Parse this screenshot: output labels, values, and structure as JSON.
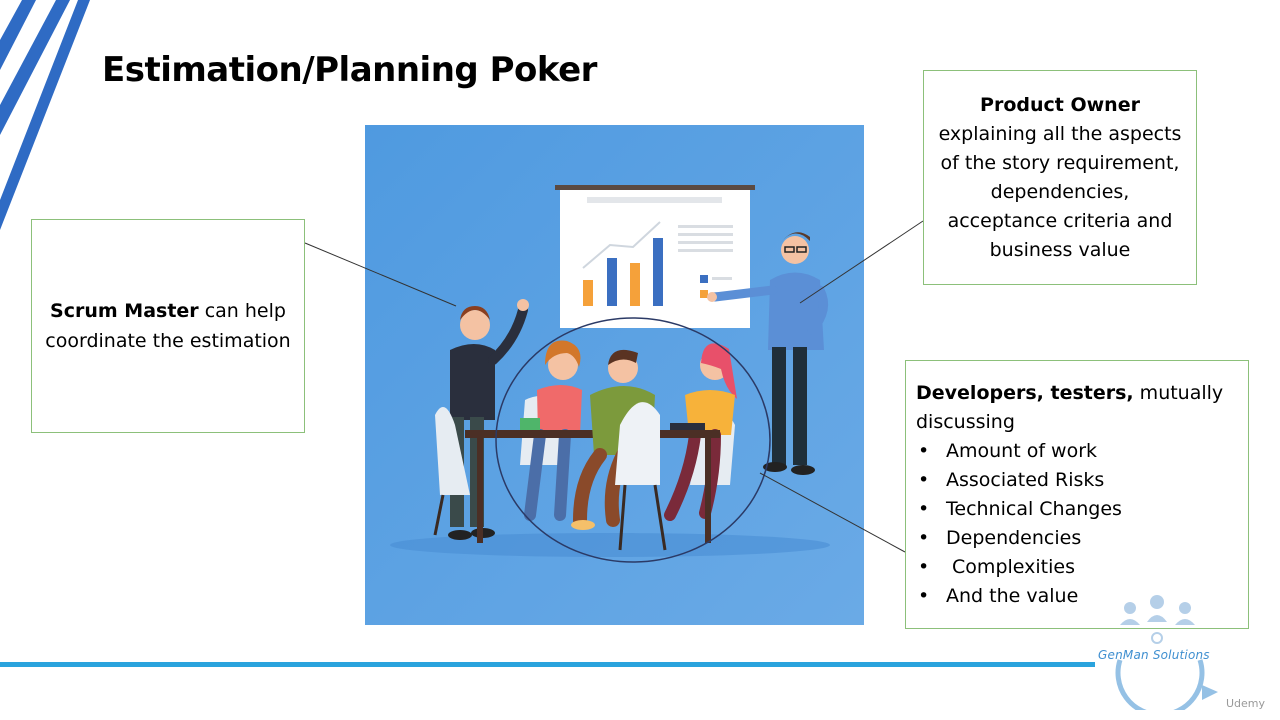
{
  "slide": {
    "title": "Estimation/Planning Poker"
  },
  "scrum_master": {
    "bold": "Scrum Master",
    "text": " can help coordinate the estimation"
  },
  "product_owner": {
    "heading": "Product Owner",
    "lines": [
      "explaining all the aspects",
      "of the story requirement,",
      "dependencies,",
      "acceptance criteria and",
      "business value"
    ]
  },
  "developers": {
    "bold": "Developers, testers,",
    "text": " mutually discussing",
    "bullet": "•",
    "items": [
      "Amount of work",
      "Associated Risks",
      "Technical Changes",
      "Dependencies",
      " Complexities",
      "And the value"
    ]
  },
  "branding": {
    "logo_text": "GenMan Solutions",
    "watermark": "Udemy"
  },
  "colors": {
    "accent_blue": "#2aa3dd",
    "stripe_blue": "#2f6bc4",
    "box_border": "#8cc07a",
    "illustration_bg": "#5ea4e2"
  }
}
